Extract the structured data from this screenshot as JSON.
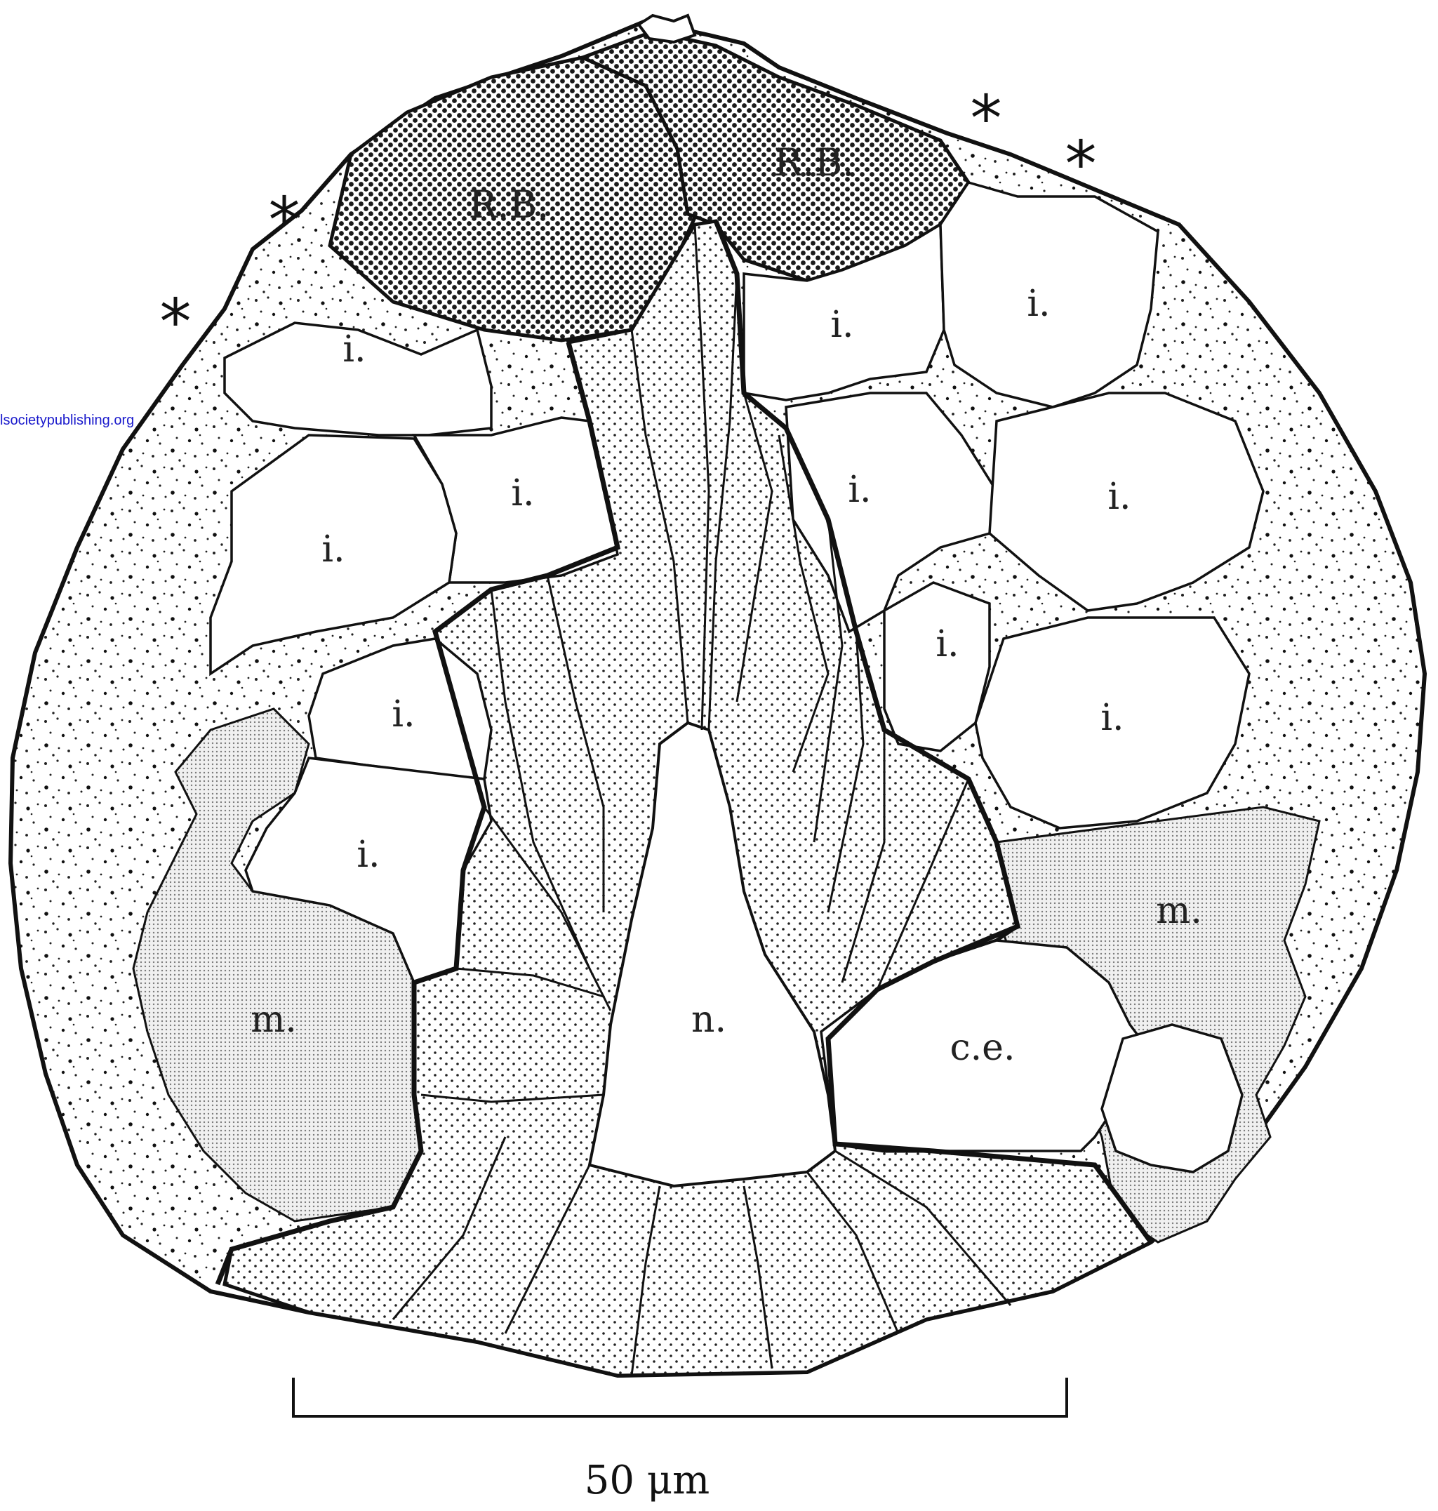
{
  "watermark": "lsocietypublishing.org",
  "labels": {
    "rb_left": "R.B.",
    "rb_right": "R.B.",
    "i1": "i.",
    "i2": "i.",
    "i3": "i.",
    "i4": "i.",
    "i5": "i.",
    "i6": "i.",
    "i7": "i.",
    "i8": "i.",
    "i9": "i.",
    "i10": "i.",
    "i11": "i.",
    "m_left": "m.",
    "m_right": "m.",
    "nucleus": "n.",
    "ce": "c.e."
  },
  "asterisk": "*",
  "scale_bar": {
    "label": "50 μm"
  }
}
